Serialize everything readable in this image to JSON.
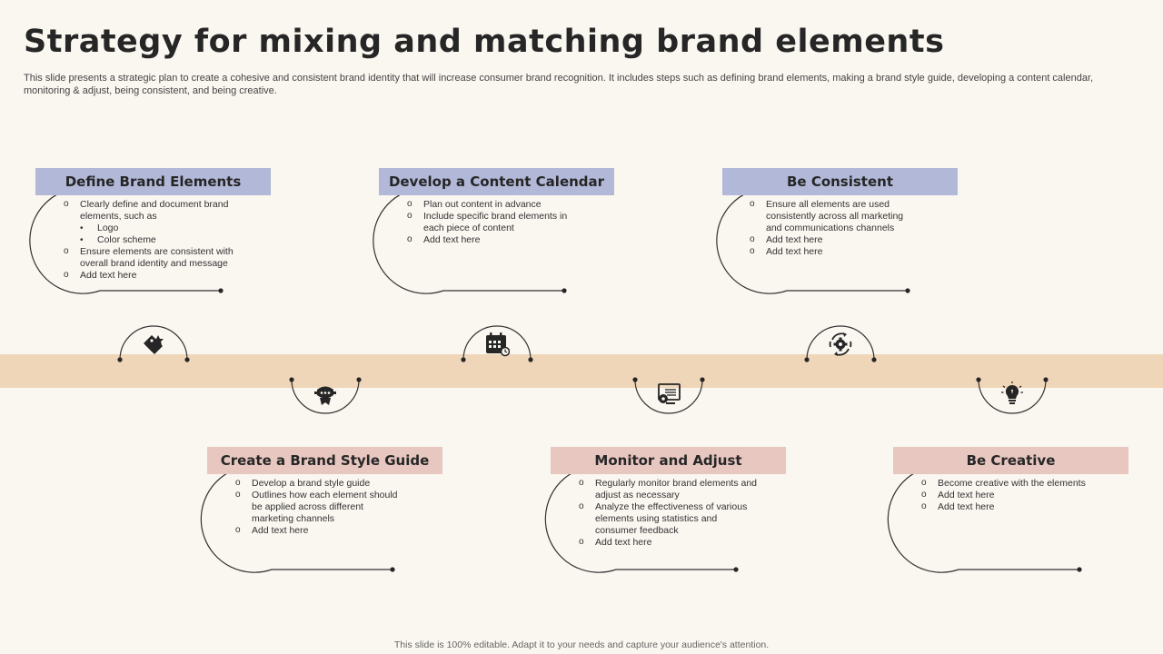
{
  "title": "Strategy for mixing and matching brand elements",
  "subtitle": "This slide presents a strategic plan to create a cohesive and consistent brand identity that will increase consumer brand recognition. It includes steps such as defining brand elements, making a brand style guide, developing a content calendar, monitoring & adjust, being consistent, and being creative.",
  "steps": [
    {
      "title": "Define Brand Elements",
      "icon": "tag-icon",
      "items": [
        {
          "text": "Clearly define and document brand elements, such as",
          "level": 1
        },
        {
          "text": "Logo",
          "level": 2
        },
        {
          "text": "Color scheme",
          "level": 2
        },
        {
          "text": "Ensure elements are consistent with overall brand identity and message",
          "level": 1
        },
        {
          "text": "Add text here",
          "level": 1
        }
      ]
    },
    {
      "title": "Create a Brand Style Guide",
      "icon": "badge-icon",
      "items": [
        {
          "text": "Develop a brand style guide",
          "level": 1
        },
        {
          "text": "Outlines how each element should be applied across different marketing channels",
          "level": 1
        },
        {
          "text": "Add text here",
          "level": 1
        }
      ]
    },
    {
      "title": "Develop a Content Calendar",
      "icon": "calendar-icon",
      "items": [
        {
          "text": "Plan out content in advance",
          "level": 1
        },
        {
          "text": "Include specific brand elements in each piece of content",
          "level": 1
        },
        {
          "text": "Add text here",
          "level": 1
        }
      ]
    },
    {
      "title": "Monitor and Adjust",
      "icon": "monitor-gear-icon",
      "items": [
        {
          "text": "Regularly monitor brand elements and adjust as necessary",
          "level": 1
        },
        {
          "text": "Analyze the effectiveness of various elements using statistics and consumer feedback",
          "level": 1
        },
        {
          "text": "Add text here",
          "level": 1
        }
      ]
    },
    {
      "title": "Be Consistent",
      "icon": "gear-cycle-icon",
      "items": [
        {
          "text": "Ensure all elements are used consistently across all marketing and communications channels",
          "level": 1
        },
        {
          "text": "Add text here",
          "level": 1
        },
        {
          "text": "Add text here",
          "level": 1
        }
      ]
    },
    {
      "title": "Be Creative",
      "icon": "lightbulb-icon",
      "items": [
        {
          "text": "Become creative with the elements",
          "level": 1
        },
        {
          "text": "Add text here",
          "level": 1
        },
        {
          "text": "Add text here",
          "level": 1
        }
      ]
    }
  ],
  "footer": "This slide is 100% editable. Adapt it to your needs and capture your audience's attention.",
  "colors": {
    "background": "#faf6f0",
    "band": "#f0d6b8",
    "top_title_bg": "#b2b9d8",
    "bottom_title_bg": "#e8c7c0",
    "icon": "#262626"
  }
}
